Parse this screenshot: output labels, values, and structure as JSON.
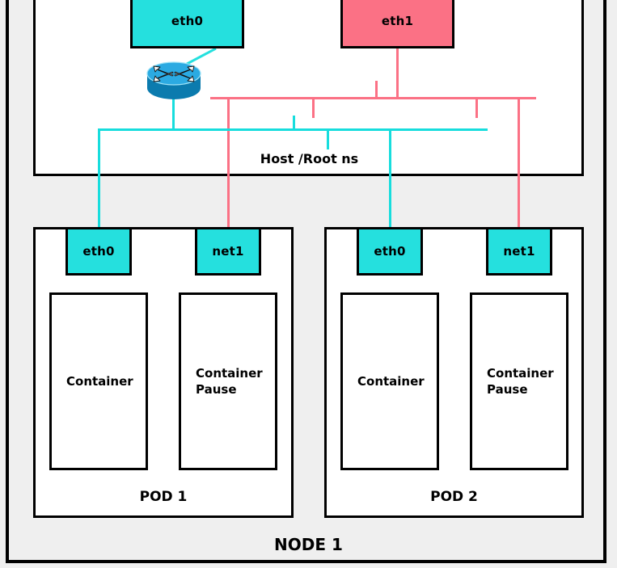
{
  "diagram": {
    "title": "NODE 1",
    "host_label": "Host /Root ns",
    "node_label": "NODE 1",
    "colors": {
      "cyan": "#25E0DE",
      "wire_cyan": "#17DDDD",
      "pink": "#FB7185",
      "outline": "#000000",
      "canvas_bg": "#EFEFEF",
      "box_bg": "#FFFFFF",
      "router_body": "#0B7BAE",
      "router_top": "#2BAAE2"
    },
    "host": {
      "label": "Host /Root ns",
      "interfaces": [
        {
          "name": "eth0",
          "color": "cyan"
        },
        {
          "name": "eth1",
          "color": "pink"
        }
      ],
      "router": {
        "icon": "router-icon",
        "label": ""
      },
      "buses": [
        {
          "name": "pink-bridge-bus",
          "color": "pink"
        },
        {
          "name": "cyan-bridge-bus",
          "color": "cyan"
        }
      ]
    },
    "pods": [
      {
        "label": "POD 1",
        "interfaces": [
          {
            "name": "eth0",
            "color": "cyan"
          },
          {
            "name": "net1",
            "color": "cyan"
          }
        ],
        "containers": [
          {
            "text": "Container"
          },
          {
            "text": "Container\nPause"
          }
        ]
      },
      {
        "label": "POD 2",
        "interfaces": [
          {
            "name": "eth0",
            "color": "cyan"
          },
          {
            "name": "net1",
            "color": "cyan"
          }
        ],
        "containers": [
          {
            "text": "Container"
          },
          {
            "text": "Container\nPause"
          }
        ]
      }
    ]
  }
}
